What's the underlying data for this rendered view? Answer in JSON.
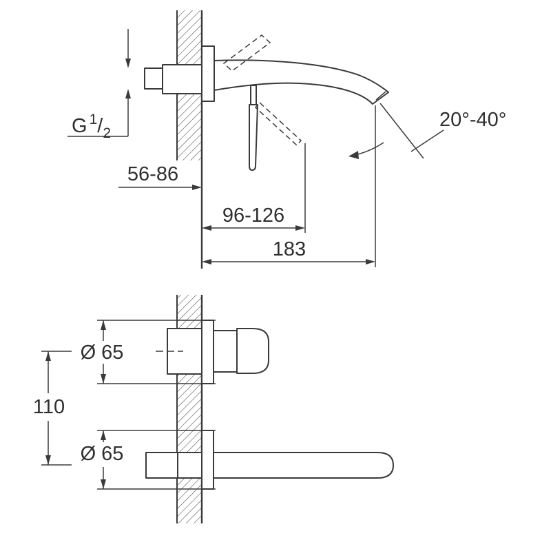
{
  "colors": {
    "line": "#3a3a3a",
    "background": "#ffffff"
  },
  "top_view": {
    "thread": {
      "prefix": "G",
      "numerator": "1",
      "slash": "/",
      "denominator": "2"
    },
    "dim_depth_range": "56-86",
    "dim_handle_range": "96-126",
    "dim_spout_length": "183",
    "dim_angle_range": "20°-40°"
  },
  "bottom_view": {
    "dim_mixer_diameter": "Ø 65",
    "dim_spout_diameter": "Ø 65",
    "dim_vertical_distance": "110"
  }
}
